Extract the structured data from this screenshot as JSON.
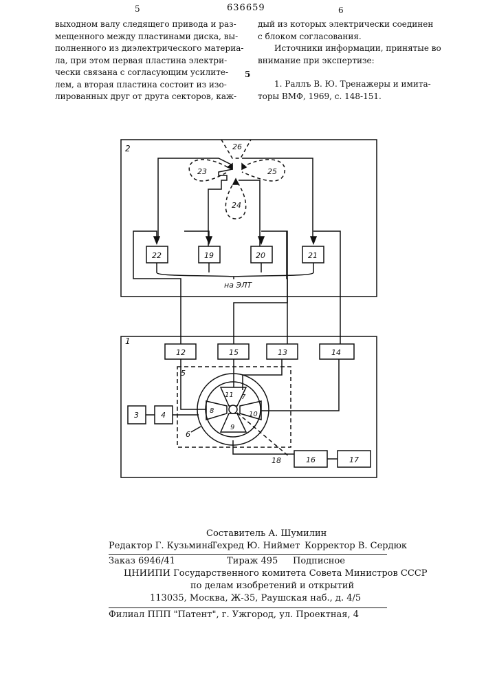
{
  "header": {
    "page_left": "5",
    "patent_number": "636659",
    "page_right": "6"
  },
  "left_column": {
    "lines": [
      "выходном валу следящего привода и раз-",
      "мещенного между пластинами диска, вы-",
      "полненного из диэлектрического материа-",
      "ла, при этом первая пластина электри-",
      "чески связана  с согласующим усилите-",
      "лем, а вторая пластина состоит из изо-",
      "лированных друг от друга секторов, каж-"
    ],
    "line_marker": "5"
  },
  "right_column": {
    "lines": [
      "дый из которых электрически соединен",
      "с блоком согласования."
    ],
    "sources_heading_lines": [
      "Источники информации, принятые во",
      "внимание при экспертизе:"
    ],
    "reference_lines": [
      "1. Раллъ В. Ю. Тренажеры и имита-",
      "торы ВМФ, 1969, с. 148-151."
    ]
  },
  "diagram": {
    "block2_label": "2",
    "block1_label": "1",
    "unit22": "22",
    "unit19": "19",
    "unit20": "20",
    "unit21": "21",
    "lamp23": "23",
    "lamp24": "24",
    "lamp25": "25",
    "lamp26": "26",
    "to_elt": "на ЭЛТ",
    "unit12": "12",
    "unit15": "15",
    "unit13": "13",
    "unit14": "14",
    "unit3": "3",
    "unit4": "4",
    "unit5": "5",
    "unit6": "6",
    "sector7": "7",
    "sector8": "8",
    "sector9": "9",
    "sector10": "10",
    "sector11": "11",
    "unit16": "16",
    "unit17": "17",
    "line18": "18"
  },
  "imprint": {
    "compiler": "Составитель А. Шумилин",
    "editor": "Редактор Г. Кузьмина",
    "tech_editor": "Техред Ю. Ниймет",
    "corrector": "Корректор  В. Сердюк",
    "order": "Заказ 6946/41",
    "circulation": "Тираж 495",
    "subscription": "Подписное",
    "institute": "ЦНИИПИ Государственного комитета Совета Министров СССР",
    "institute_line2": "по делам изобретений и открытий",
    "address": "113035, Москва, Ж-35, Раушская наб., д. 4/5",
    "branch": "Филиал ППП \"Патент\", г. Ужгород, ул. Проектная, 4"
  }
}
